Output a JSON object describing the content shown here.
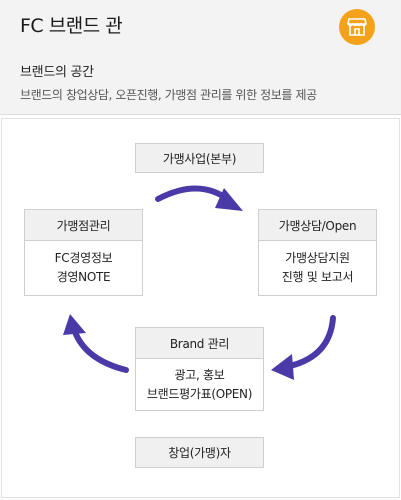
{
  "header": {
    "title": "FC 브랜드 관",
    "section_title": "브랜드의 공간",
    "section_desc": "브랜드의 창업상담, 오픈진행, 가맹점 관리를 위한 정보를 제공",
    "home_icon": "storefront-icon",
    "accent_color": "#f5a21b"
  },
  "diagram": {
    "arrow_color": "#4a3aa8",
    "top_box": "가맹사업(본부)",
    "bottom_box": "창업(가맹)자",
    "left_box": {
      "heading": "가맹점관리",
      "lines": [
        "FC경영정보",
        "경영NOTE"
      ]
    },
    "right_box": {
      "heading": "가맹상담/Open",
      "lines": [
        "가맹상담지원",
        "진행 및 보고서"
      ]
    },
    "center_box": {
      "heading": "Brand 관리",
      "lines": [
        "광고, 홍보",
        "브랜드평가표(OPEN)"
      ]
    }
  }
}
